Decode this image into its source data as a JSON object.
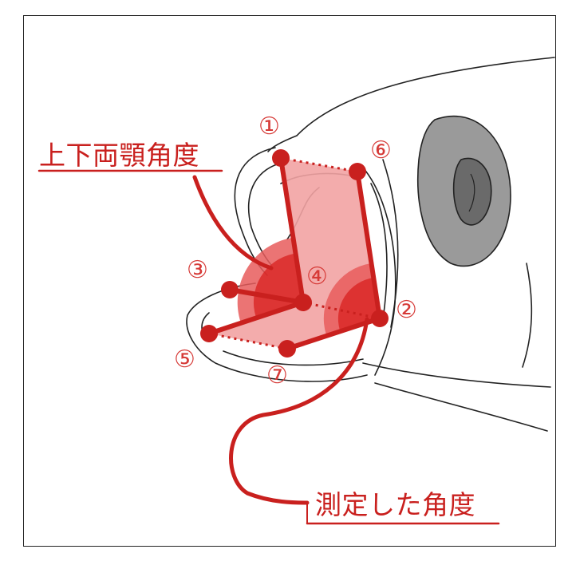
{
  "labels": {
    "upper_lower_jaw_angle": "上下両顎角度",
    "measured_angle": "測定した角度"
  },
  "points": {
    "p1": "①",
    "p2": "②",
    "p3": "③",
    "p4": "④",
    "p5": "⑤",
    "p6": "⑥",
    "p7": "⑦"
  },
  "colors": {
    "accent": "#c9201e",
    "fill_light": "#f2a3a3",
    "fill_mid": "#e85c5c",
    "fill_dark": "#d8201f",
    "eye": "#9a9a9a",
    "pupil": "#6a6a6a"
  }
}
